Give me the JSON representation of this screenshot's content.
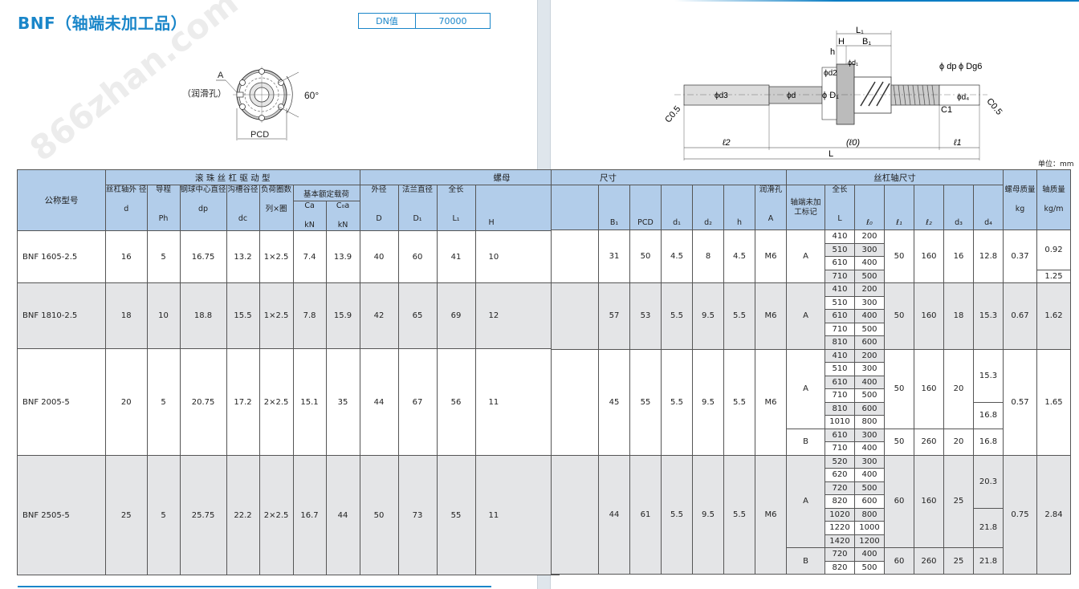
{
  "header": {
    "title": "BNF（轴端未加工品）",
    "dn_label": "DN值",
    "dn_value": "70000"
  },
  "flange_drawing": {
    "label_a": "A",
    "label_lube": "（润滑孔）",
    "label_angle": "60°",
    "label_pcd": "PCD"
  },
  "shaft_drawing": {
    "labels": {
      "L1": "L₁",
      "H": "H",
      "B1": "B₁",
      "h": "h",
      "d1": "ϕd₁",
      "d2": "ϕd2",
      "dp": "ϕ dp",
      "Dg6": "ϕ Dg6",
      "d3": "ϕd3",
      "d": "ϕd",
      "D1": "ϕ D₁",
      "d4": "ϕd₄",
      "C1": "C1",
      "C05_left": "C0.5",
      "C05_right": "C0.5",
      "l2": "ℓ2",
      "l0": "(ℓ0)",
      "l1": "ℓ1",
      "L": "L"
    }
  },
  "unit": "单位：mm",
  "left_table": {
    "headers": {
      "model": "公称型号",
      "group_drive": "滚 珠 丝 杠 驱 动 型",
      "group_nut": "螺母",
      "shaft_od": "丝杠轴外 径",
      "shaft_od_sym": "d",
      "lead": "导程",
      "lead_sym": "Ph",
      "ball_center": "钢球中心直径",
      "ball_center_sym": "dp",
      "groove": "沟槽谷径",
      "groove_sym": "dc",
      "circuits": "负荷圈数",
      "circuits_sym": "列×圈",
      "load_rating": "基本额定载荷",
      "ca": "Ca",
      "ca_unit": "kN",
      "c0a": "C₀a",
      "c0a_unit": "kN",
      "nut_od": "外径",
      "nut_od_sym": "D",
      "flange_dia": "法兰直径",
      "flange_dia_sym": "D₁",
      "length": "全长",
      "length_sym": "L₁",
      "h_sym": "H"
    },
    "rows": [
      {
        "model": "BNF 1605-2.5",
        "d": "16",
        "ph": "5",
        "dp": "16.75",
        "dc": "13.2",
        "circ": "1×2.5",
        "ca": "7.4",
        "c0a": "13.9",
        "D": "40",
        "D1": "60",
        "L1": "41",
        "H": "10"
      },
      {
        "model": "BNF 1810-2.5",
        "d": "18",
        "ph": "10",
        "dp": "18.8",
        "dc": "15.5",
        "circ": "1×2.5",
        "ca": "7.8",
        "c0a": "15.9",
        "D": "42",
        "D1": "65",
        "L1": "69",
        "H": "12"
      },
      {
        "model": "BNF 2005-5",
        "d": "20",
        "ph": "5",
        "dp": "20.75",
        "dc": "17.2",
        "circ": "2×2.5",
        "ca": "15.1",
        "c0a": "35",
        "D": "44",
        "D1": "67",
        "L1": "56",
        "H": "11"
      },
      {
        "model": "BNF 2505-5",
        "d": "25",
        "ph": "5",
        "dp": "25.75",
        "dc": "22.2",
        "circ": "2×2.5",
        "ca": "16.7",
        "c0a": "44",
        "D": "50",
        "D1": "73",
        "L1": "55",
        "H": "11"
      }
    ]
  },
  "right_table": {
    "headers": {
      "group_dims": "尺寸",
      "group_shaft": "丝杠轴尺寸",
      "b1": "B₁",
      "pcd": "PCD",
      "d1": "d₁",
      "d2": "d₂",
      "h": "h",
      "lube": "润滑孔",
      "lube_sym": "A",
      "end_mark": "轴端未加工标记",
      "total_len": "全长",
      "L": "L",
      "l0": "ℓ₀",
      "l1": "ℓ₁",
      "l2": "ℓ₂",
      "d3": "d₃",
      "d4": "d₄",
      "nut_mass": "螺母质量",
      "nut_mass_unit": "kg",
      "shaft_mass": "轴质量",
      "shaft_mass_unit": "kg/m"
    },
    "rows": [
      {
        "b1": "31",
        "pcd": "50",
        "d1": "4.5",
        "d2": "8",
        "h": "4.5",
        "A": "M6",
        "groups": [
          {
            "mark": "A",
            "L": [
              "410",
              "510",
              "610",
              "710"
            ],
            "l0": [
              "200",
              "300",
              "400",
              "500"
            ],
            "l1": "50",
            "l2": "160",
            "d3": "16",
            "d4": [
              "12.8"
            ]
          }
        ],
        "nut_mass": "0.37",
        "shaft_mass": [
          "0.92",
          "1.25"
        ]
      },
      {
        "b1": "57",
        "pcd": "53",
        "d1": "5.5",
        "d2": "9.5",
        "h": "5.5",
        "A": "M6",
        "groups": [
          {
            "mark": "A",
            "L": [
              "410",
              "510",
              "610",
              "710",
              "810"
            ],
            "l0": [
              "200",
              "300",
              "400",
              "500",
              "600"
            ],
            "l1": "50",
            "l2": "160",
            "d3": "18",
            "d4": [
              "15.3"
            ]
          }
        ],
        "nut_mass": "0.67",
        "shaft_mass": [
          "1.62"
        ]
      },
      {
        "b1": "45",
        "pcd": "55",
        "d1": "5.5",
        "d2": "9.5",
        "h": "5.5",
        "A": "M6",
        "groups": [
          {
            "mark": "A",
            "L": [
              "410",
              "510",
              "610",
              "710",
              "810",
              "1010"
            ],
            "l0": [
              "200",
              "300",
              "400",
              "500",
              "600",
              "800"
            ],
            "l1": "50",
            "l2": "160",
            "d3": "20",
            "d4": [
              "15.3",
              "16.8"
            ]
          },
          {
            "mark": "B",
            "L": [
              "610",
              "710"
            ],
            "l0": [
              "300",
              "400"
            ],
            "l1": "50",
            "l2": "260",
            "d3": "20",
            "d4": [
              "16.8"
            ]
          }
        ],
        "nut_mass": "0.57",
        "shaft_mass": [
          "1.65"
        ]
      },
      {
        "b1": "44",
        "pcd": "61",
        "d1": "5.5",
        "d2": "9.5",
        "h": "5.5",
        "A": "M6",
        "groups": [
          {
            "mark": "A",
            "L": [
              "520",
              "620",
              "720",
              "820",
              "1020",
              "1220",
              "1420"
            ],
            "l0": [
              "300",
              "400",
              "500",
              "600",
              "800",
              "1000",
              "1200"
            ],
            "l1": "60",
            "l2": "160",
            "d3": "25",
            "d4": [
              "20.3",
              "21.8"
            ]
          },
          {
            "mark": "B",
            "L": [
              "720",
              "820"
            ],
            "l0": [
              "400",
              "500"
            ],
            "l1": "60",
            "l2": "260",
            "d3": "25",
            "d4": [
              "21.8"
            ]
          }
        ],
        "nut_mass": "0.75",
        "shaft_mass": [
          "2.84"
        ]
      }
    ]
  },
  "colors": {
    "accent": "#1a86c9",
    "header_bg": "#b2cdea",
    "alt_row_bg": "#e4e5e7",
    "divider": "#dfe6ec"
  }
}
